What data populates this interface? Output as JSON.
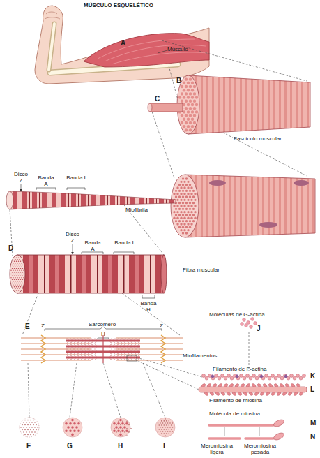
{
  "diagram": {
    "title": "MÚSCULO ESQUELÉTICO",
    "labels": [
      "A",
      "Músculo",
      "B",
      "C",
      "Fascículo muscular",
      "Disco Z",
      "Banda A",
      "Banda I",
      "Miofibrila",
      "Fibra muscular",
      "D",
      "Disco Z",
      "Banda A",
      "Banda I",
      "Banda H",
      "E",
      "Z",
      "Sarcômero",
      "Z",
      "H",
      "Miofilamentos",
      "Moléculas de G-actina",
      "J",
      "Filamento de F-actina",
      "K",
      "L",
      "Filamento de miosina",
      "Molécula de miosina",
      "M",
      "N",
      "Meromiosina ligera",
      "Meromiosina pesada",
      "F",
      "G",
      "H",
      "I"
    ]
  }
}
